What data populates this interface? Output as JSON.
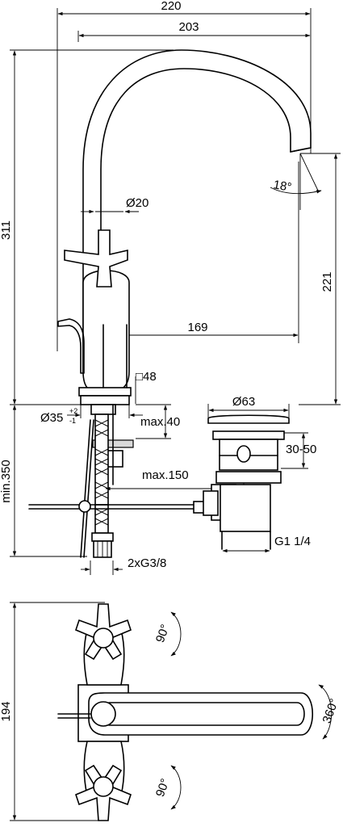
{
  "dimensions": {
    "width_220": "220",
    "width_203": "203",
    "height_311": "311",
    "angle_18": "18°",
    "dia_20": "Ø20",
    "height_221": "221",
    "reach_169": "169",
    "square_48": "□48",
    "dia_63": "Ø63",
    "dia_35": "Ø35",
    "dia_35_tol_plus": "+2",
    "dia_35_tol_minus": "-1",
    "max_40": "max.40",
    "range_30_50": "30-50",
    "min_350": "min.350",
    "max_150": "max.150",
    "g1_quarter": "G1 1/4",
    "connection_2xg38": "2xG3/8",
    "height_194": "194",
    "rot_90_top": "90°",
    "rot_360": "360°",
    "rot_90_bottom": "90°"
  }
}
